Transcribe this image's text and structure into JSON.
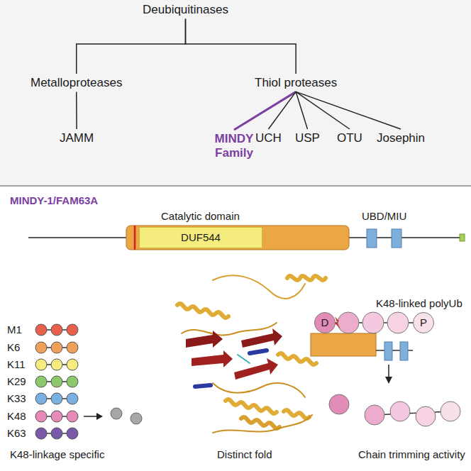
{
  "diagram": {
    "nodes": [
      {
        "text": [
          "Deubiquitinases"
        ]
      },
      {
        "text": [
          "Metalloproteases"
        ]
      },
      {
        "text": [
          "Thiol proteases"
        ]
      },
      {
        "text": [
          "JAMM"
        ]
      },
      {
        "text": [
          "MINDY Family"
        ]
      },
      {
        "text": [
          "UCH"
        ]
      },
      {
        "text": [
          "USP"
        ]
      },
      {
        "text": [
          "OTU"
        ]
      },
      {
        "text": [
          "Josephin"
        ]
      },
      {
        "text": [
          "DUF544"
        ]
      },
      {
        "text": [
          "D"
        ]
      },
      {
        "text": [
          "P"
        ]
      }
    ],
    "edges": [
      {
        "from": 0,
        "to": 1,
        "arrow": "none"
      },
      {
        "from": 0,
        "to": 2,
        "arrow": "none"
      },
      {
        "from": 1,
        "to": 3,
        "arrow": "none"
      },
      {
        "from": 2,
        "to": 4,
        "arrow": "none"
      },
      {
        "from": 2,
        "to": 5,
        "arrow": "none"
      },
      {
        "from": 2,
        "to": 6,
        "arrow": "none"
      },
      {
        "from": 2,
        "to": 7,
        "arrow": "none"
      },
      {
        "from": 2,
        "to": 8,
        "arrow": "none"
      }
    ],
    "labels": [
      "MINDY-1/FAM63A",
      "Catalytic domain",
      "UBD/MIU",
      "K48-linked polyUb",
      "K48-linkage specific",
      "Distinct fold",
      "Chain trimming activity"
    ],
    "legend": [
      {
        "text": "M1",
        "color": "#e8604c"
      },
      {
        "text": "K6",
        "color": "#f0a058"
      },
      {
        "text": "K11",
        "color": "#f7ec7f"
      },
      {
        "text": "K29",
        "color": "#8cc86c"
      },
      {
        "text": "K33",
        "color": "#7ab0e0"
      },
      {
        "text": "K48",
        "color": "#e88ab8"
      },
      {
        "text": "K63",
        "color": "#7a5aa8"
      }
    ]
  }
}
